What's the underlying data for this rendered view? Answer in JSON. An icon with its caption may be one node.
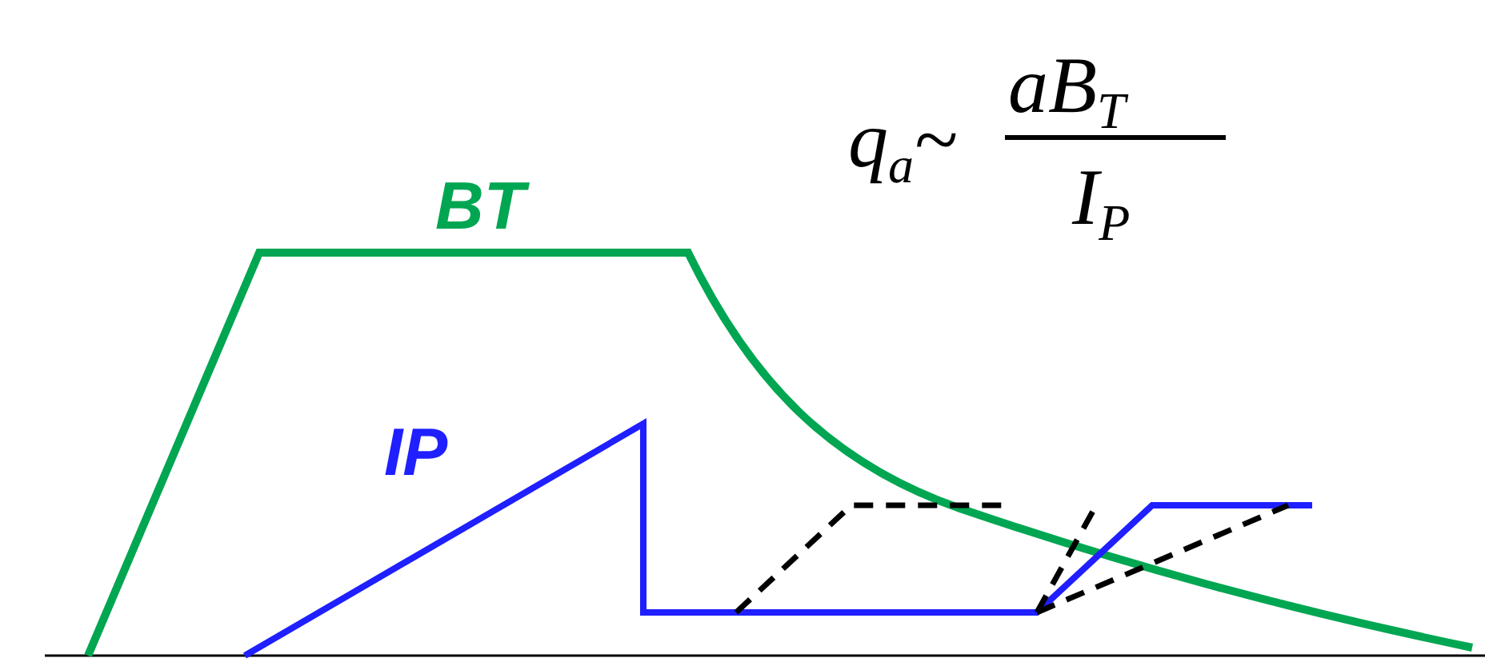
{
  "diagram": {
    "labels": [
      "BT",
      "IP",
      "q$_{a}$~",
      "aB$_{T}$",
      "I$_{P}$"
    ]
  }
}
